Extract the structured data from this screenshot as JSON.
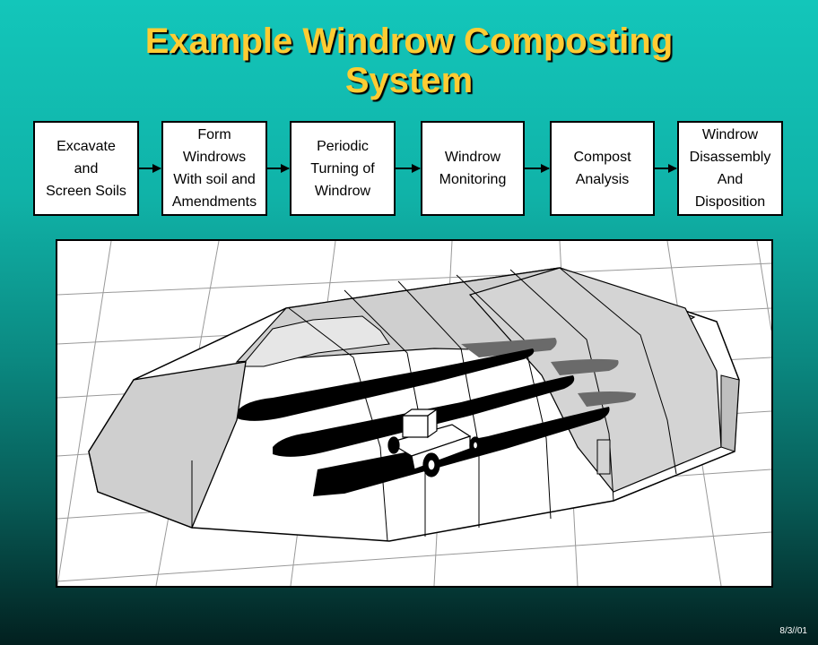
{
  "slide": {
    "title_line1": "Example Windrow Composting",
    "title_line2": "System",
    "date": "8/3//01"
  },
  "flow_steps": [
    {
      "label": "Excavate\nand\nScreen Soils"
    },
    {
      "label": "Form\nWindrows\nWith soil and\nAmendments"
    },
    {
      "label": "Periodic\nTurning of\nWindrow"
    },
    {
      "label": "Windrow\nMonitoring"
    },
    {
      "label": "Compost\nAnalysis"
    },
    {
      "label": "Windrow\nDisassembly\nAnd\nDisposition"
    }
  ],
  "colors": {
    "title": "#ffcc33",
    "background_top": "#13c6ba",
    "background_bottom": "#02201f"
  }
}
